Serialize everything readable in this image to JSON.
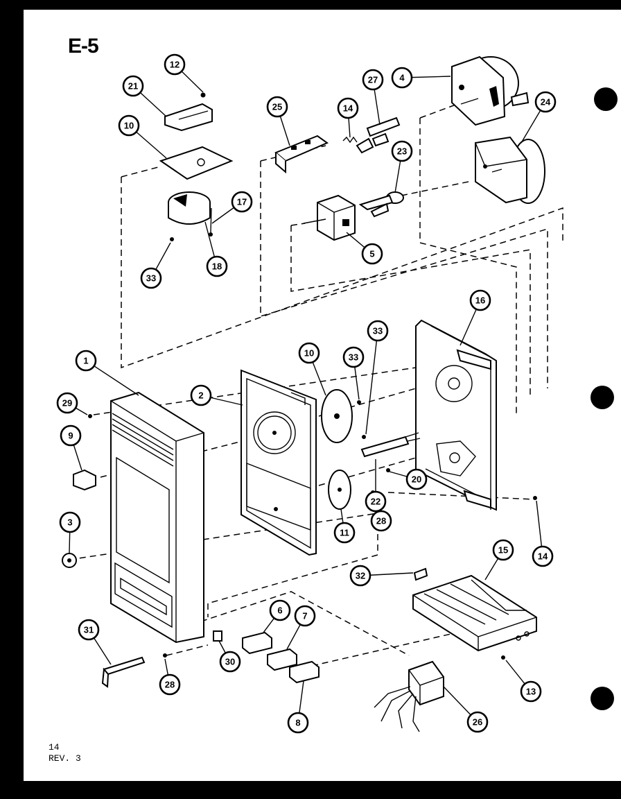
{
  "page": {
    "title": "E-5",
    "footer_page": "14",
    "footer_rev": "REV. 3"
  },
  "callouts": [
    {
      "id": "c12",
      "label": "12"
    },
    {
      "id": "c21",
      "label": "21"
    },
    {
      "id": "c10a",
      "label": "10"
    },
    {
      "id": "c17",
      "label": "17"
    },
    {
      "id": "c18",
      "label": "18"
    },
    {
      "id": "c33a",
      "label": "33"
    },
    {
      "id": "c25",
      "label": "25"
    },
    {
      "id": "c14a",
      "label": "14"
    },
    {
      "id": "c27",
      "label": "27"
    },
    {
      "id": "c23",
      "label": "23"
    },
    {
      "id": "c5",
      "label": "5"
    },
    {
      "id": "c4",
      "label": "4"
    },
    {
      "id": "c24",
      "label": "24"
    },
    {
      "id": "c16",
      "label": "16"
    },
    {
      "id": "c1",
      "label": "1"
    },
    {
      "id": "c29",
      "label": "29"
    },
    {
      "id": "c9",
      "label": "9"
    },
    {
      "id": "c3",
      "label": "3"
    },
    {
      "id": "c2",
      "label": "2"
    },
    {
      "id": "c10b",
      "label": "10"
    },
    {
      "id": "c33b",
      "label": "33"
    },
    {
      "id": "c33c",
      "label": "33"
    },
    {
      "id": "c11",
      "label": "11"
    },
    {
      "id": "c22",
      "label": "22"
    },
    {
      "id": "c20",
      "label": "20"
    },
    {
      "id": "c28a",
      "label": "28"
    },
    {
      "id": "c14b",
      "label": "14"
    },
    {
      "id": "c15",
      "label": "15"
    },
    {
      "id": "c32",
      "label": "32"
    },
    {
      "id": "c31",
      "label": "31"
    },
    {
      "id": "c28b",
      "label": "28"
    },
    {
      "id": "c30",
      "label": "30"
    },
    {
      "id": "c6a",
      "label": "6"
    },
    {
      "id": "c7",
      "label": "7"
    },
    {
      "id": "c8",
      "label": "8"
    },
    {
      "id": "c13",
      "label": "13"
    },
    {
      "id": "c26",
      "label": "26"
    }
  ]
}
